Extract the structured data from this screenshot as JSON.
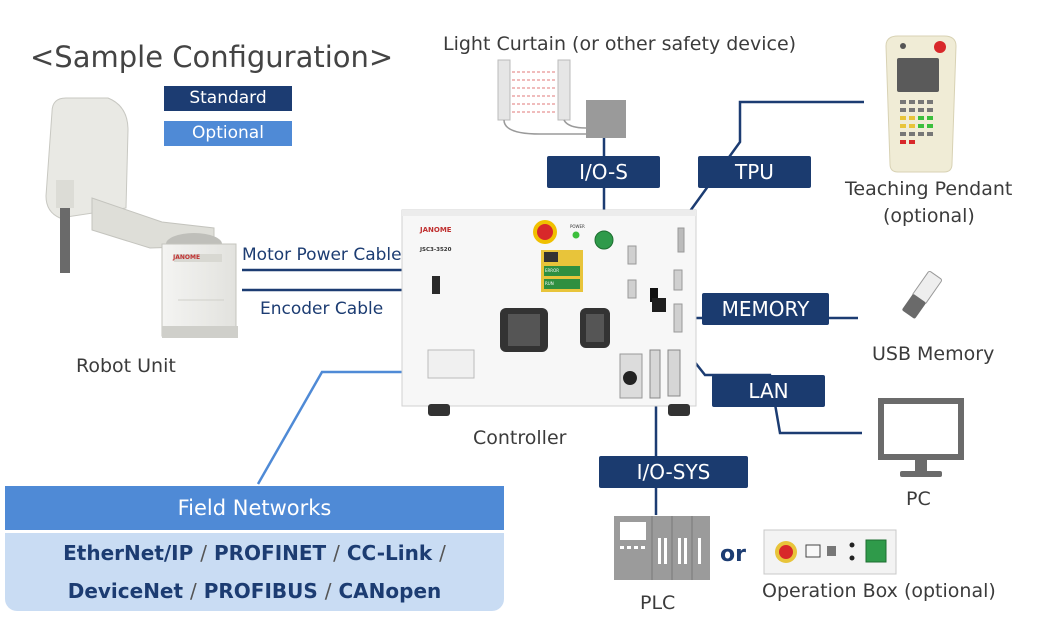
{
  "title": "<Sample Configuration>",
  "legend": {
    "standard": "Standard",
    "optional": "Optional"
  },
  "labels": {
    "light_curtain": "Light Curtain (or other safety device)",
    "teaching_pendant_1": "Teaching Pendant",
    "teaching_pendant_2": "(optional)",
    "robot_unit": "Robot Unit",
    "controller": "Controller",
    "usb_memory": "USB Memory",
    "pc": "PC",
    "plc": "PLC",
    "or": "or",
    "operation_box": "Operation Box (optional)"
  },
  "cables": {
    "motor_power": "Motor Power Cable",
    "encoder": "Encoder Cable"
  },
  "tags": {
    "io_s": "I/O-S",
    "tpu": "TPU",
    "memory": "MEMORY",
    "lan": "LAN",
    "io_sys": "I/O-SYS"
  },
  "controller_panel": {
    "brand": "JANOME",
    "model": "JSC3-3520",
    "power": "POWER",
    "error": "ERROR",
    "run": "RUN"
  },
  "robot_brand": "JANOME",
  "field_networks": {
    "heading": "Field Networks",
    "separator": "/",
    "row1": [
      "EtherNet/IP",
      "PROFINET",
      "CC-Link"
    ],
    "row2": [
      "DeviceNet",
      "PROFIBUS",
      "CANopen"
    ]
  },
  "colors": {
    "standard": "#1c3c72",
    "optional": "#4f8ad6",
    "field_body": "#c9dcf3",
    "e_stop": "#d8282a"
  },
  "icons": [
    "robot-arm-icon",
    "light-curtain-icon",
    "teaching-pendant-icon",
    "usb-memory-icon",
    "pc-monitor-icon",
    "plc-icon",
    "operation-box-icon",
    "controller-icon"
  ]
}
